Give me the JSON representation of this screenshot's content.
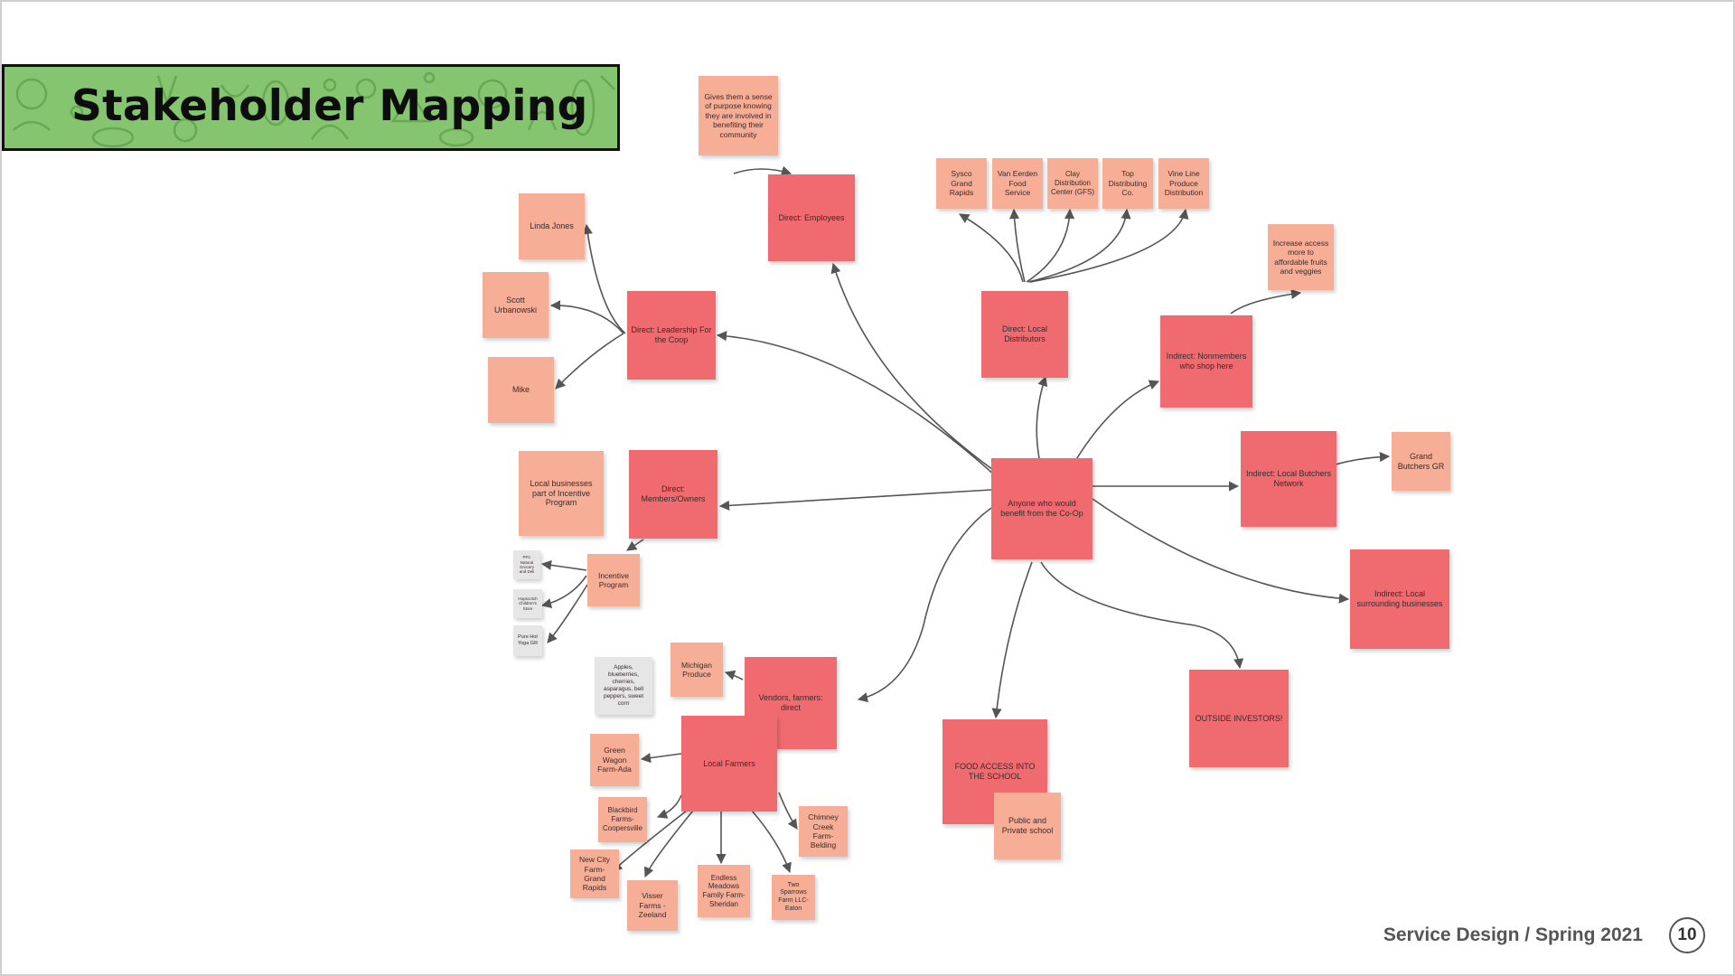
{
  "title": "Stakeholder Mapping",
  "footer": {
    "course": "Service Design / Spring 2021",
    "page_number": "10"
  },
  "colors": {
    "banner": "#86c56f",
    "primary_note": "#ef6b6f",
    "secondary_note": "#f7ae96",
    "detail_note": "#e6e6e6",
    "connector": "#555555"
  },
  "notes": {
    "center": "Anyone who would benefit from the Co-Op",
    "employees": "Direct: Employees",
    "employees_purpose": "Gives them a sense of purpose knowing they are involved in benefiting their community",
    "local_distributors": "Direct: Local Distributors",
    "sysco": "Sysco Grand Rapids",
    "van_eerden": "Van Eerden Food Service",
    "clay": "Clay Distribution Center (GFS)",
    "top_distributing": "Top Distributing Co.",
    "vine_line": "Vine Line Produce Distribution",
    "nonmembers": "Indirect: Nonmembers who shop here",
    "increase_access": "Increase access more to affordable fruits and veggies",
    "butchers_network": "Indirect: Local Butchers Network",
    "grand_butchers": "Grand Butchers GR",
    "surrounding_businesses": "Indirect: Local surrounding businesses",
    "outside_investors": "OUTSIDE INVESTORS!",
    "food_access": "FOOD ACCESS INTO THE SCHOOL",
    "public_private_school": "Public and Private school",
    "leadership": "Direct: Leadership For the Coop",
    "linda_jones": "Linda Jones",
    "scott": "Scott Urbanowski",
    "mike": "Mike",
    "members_owners": "Direct: Members/Owners",
    "local_businesses_incentive": "Local businesses part of Incentive Program",
    "incentive_program": "Incentive Program",
    "incentive_item_1": "PFC Natural Grocery and Deli",
    "incentive_item_2": "Hopscotch Children's Store",
    "incentive_item_3": "Pure Hot Yoga GR",
    "vendors_farmers": "Vendors, farmers: direct",
    "michigan_produce": "Michigan Produce",
    "produce_list": "Apples, blueberries, cherries, asparagus, bell peppers, sweet corn",
    "local_farmers": "Local Farmers",
    "green_wagon": "Green Wagon Farm-Ada",
    "blackbird": "Blackbird Farms-Coopersville",
    "new_city": "New City Farm-Grand Rapids",
    "visser": "Visser Farms -Zeeland",
    "endless_meadows": "Endless Meadows Family Farm-Sheridan",
    "two_sparrows": "Two Sparrows Farm LLC-Eaton",
    "chimney_creek": "Chimney Creek Farm-Belding"
  }
}
